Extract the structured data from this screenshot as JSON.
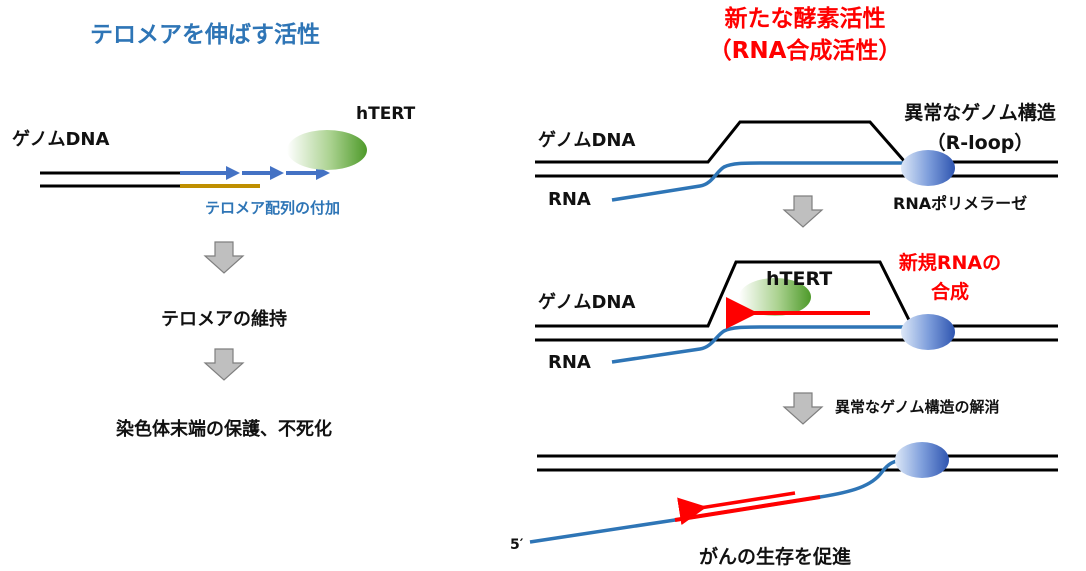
{
  "left": {
    "title": "テロメアを伸ばす活性",
    "genome_label": "ゲノムDNA",
    "enzyme_label": "hTERT",
    "addition_label": "テロメア配列の付加",
    "step1": "テロメアの維持",
    "step2": "染色体末端の保護、不死化"
  },
  "right": {
    "title_line1": "新たな酵素活性",
    "title_line2": "（RNA合成活性）",
    "structure_line1": "異常なゲノム構造",
    "structure_line2": "（R-loop）",
    "panel1": {
      "genome_label": "ゲノムDNA",
      "rna_label": "RNA",
      "polymerase_label": "RNAポリメラーゼ"
    },
    "panel2": {
      "genome_label": "ゲノムDNA",
      "rna_label": "RNA",
      "enzyme_label": "hTERT",
      "new_rna_line1": "新規RNAの",
      "new_rna_line2": "合成"
    },
    "resolve_label": "異常なゲノム構造の解消",
    "five_prime": "5′",
    "conclusion": "がんの生存を促進"
  },
  "colors": {
    "title_blue": "#2e75b6",
    "highlight_red": "#ff0000",
    "rna_blue": "#2e75b6",
    "telomere_gold": "#bf8f00",
    "enzyme_green": "#70ad47",
    "polymerase_blue": "#4472c4",
    "arrow_gray": "#bfbfbf"
  },
  "icons": [
    "down-arrow-icon",
    "hTERT-enzyme-shape",
    "rna-polymerase-shape"
  ]
}
